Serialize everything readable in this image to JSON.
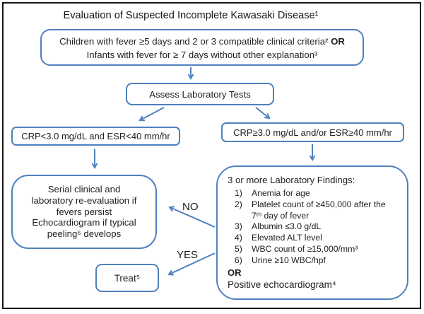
{
  "colors": {
    "accent_blue": "#4f81bd",
    "outer_border": "#161616",
    "text": "#1f1f1f"
  },
  "title": "Evaluation of Suspected Incomplete Kawasaki Disease¹",
  "entry_box": {
    "line1": "Children with fever ≥5 days and 2 or 3 compatible clinical criteria²",
    "line1_bold": "OR",
    "line2": "Infants with fever for ≥ 7 days without other explanation³"
  },
  "assess_box": {
    "label": "Assess Laboratory Tests"
  },
  "low_inflammation_box": {
    "label": "CRP<3.0 mg/dL and ESR<40 mm/hr"
  },
  "high_inflammation_box": {
    "label": "CRP≥3.0 mg/dL and/or ESR≥40 mm/hr"
  },
  "serial_box": {
    "line1": "Serial clinical and",
    "line2": "laboratory re-evaluation if",
    "line3": "fevers persist",
    "line4": "Echocardiogram if typical",
    "line5": "peeling⁶ develops"
  },
  "findings_box": {
    "title": "3 or more Laboratory Findings:",
    "items": [
      {
        "num": "1)",
        "text": "Anemia for age"
      },
      {
        "num": "2)",
        "text": "Platelet count of ≥450,000 after the 7ᵗʰ day of fever"
      },
      {
        "num": "3)",
        "text": "Albumin ≤3.0 g/dL"
      },
      {
        "num": "4)",
        "text": "Elevated ALT level"
      },
      {
        "num": "5)",
        "text": "WBC count of ≥15,000/mm³"
      },
      {
        "num": "6)",
        "text": "Urine ≥10 WBC/hpf"
      }
    ],
    "or_label": "OR",
    "footer": "Positive echocardiogram⁴"
  },
  "treat_box": {
    "label": "Treat⁵"
  },
  "edge_labels": {
    "no": "NO",
    "yes": "YES"
  }
}
